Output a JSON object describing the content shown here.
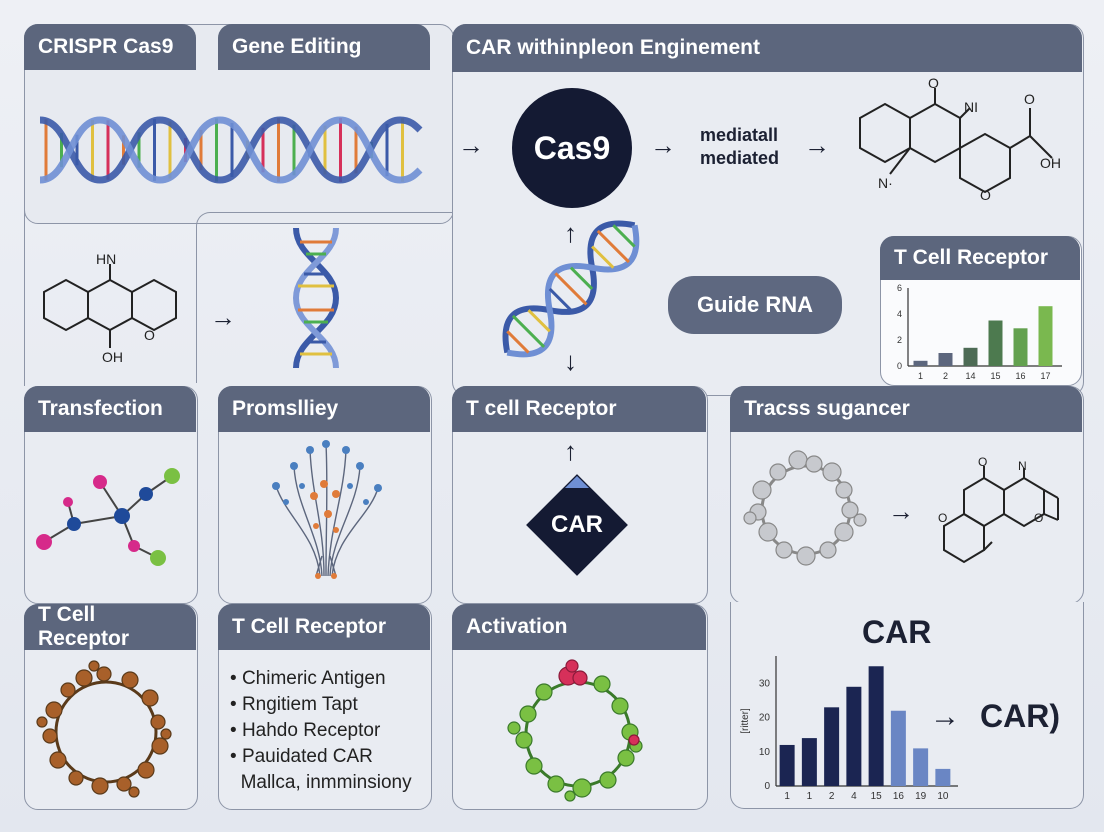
{
  "headers": {
    "crispr": "CRISPR Cas9",
    "gene_editing": "Gene Editing",
    "car_engineering": "CAR withinpleon Enginement",
    "tcr_top_right": "T Cell Receptor",
    "transfection": "Transfection",
    "promsliey": "Promslliey",
    "tcell_center": "T cell Receptor",
    "tracss": "Tracss sugancer",
    "tcr_bottom_left": "T Cell Receptor",
    "tcr_bottom_mid": "T Cell Receptor",
    "activation": "Activation"
  },
  "labels": {
    "cas9": "Cas9",
    "mediated_line1": "mediatall",
    "mediated_line2": "mediated",
    "guide_rna": "Guide RNA",
    "car_diamond": "CAR",
    "car_chart_title": "CAR",
    "car_arrow": "CAR)",
    "hn": "HN",
    "oh": "OH",
    "o": "O",
    "ni": "NI",
    "n_dot": "N·",
    "n": "N"
  },
  "bullets": [
    "Chimeric Antigen",
    "Rngitiem Tapt",
    "Hahdo Receptor",
    "Pauidated CAR",
    "Mallca, inmminsiony"
  ],
  "chart_data": [
    {
      "type": "bar",
      "title": "",
      "categories": [
        "1",
        "2",
        "14",
        "15",
        "16",
        "17"
      ],
      "values": [
        0.4,
        1.0,
        1.4,
        3.5,
        2.9,
        4.6
      ],
      "colors": [
        "#5c667d",
        "#5c667d",
        "#4d6b55",
        "#4d7a4f",
        "#63a14f",
        "#7ab84f"
      ],
      "yticks": [
        "0",
        "2",
        "4",
        "6"
      ],
      "ylim": [
        0,
        6
      ]
    },
    {
      "type": "bar",
      "title": "CAR",
      "categories": [
        "1",
        "1",
        "2",
        "4",
        "15",
        "16",
        "19",
        "10"
      ],
      "values": [
        12,
        14,
        23,
        29,
        35,
        22,
        11,
        5
      ],
      "colors": [
        "#1b2552",
        "#1b2552",
        "#1b2552",
        "#1b2552",
        "#1b2552",
        "#6a86c4",
        "#6a86c4",
        "#6a86c4"
      ],
      "yticks": [
        "0",
        "10",
        "20",
        "30"
      ],
      "ylabel": "[ritter]",
      "ylim": [
        0,
        38
      ]
    }
  ]
}
